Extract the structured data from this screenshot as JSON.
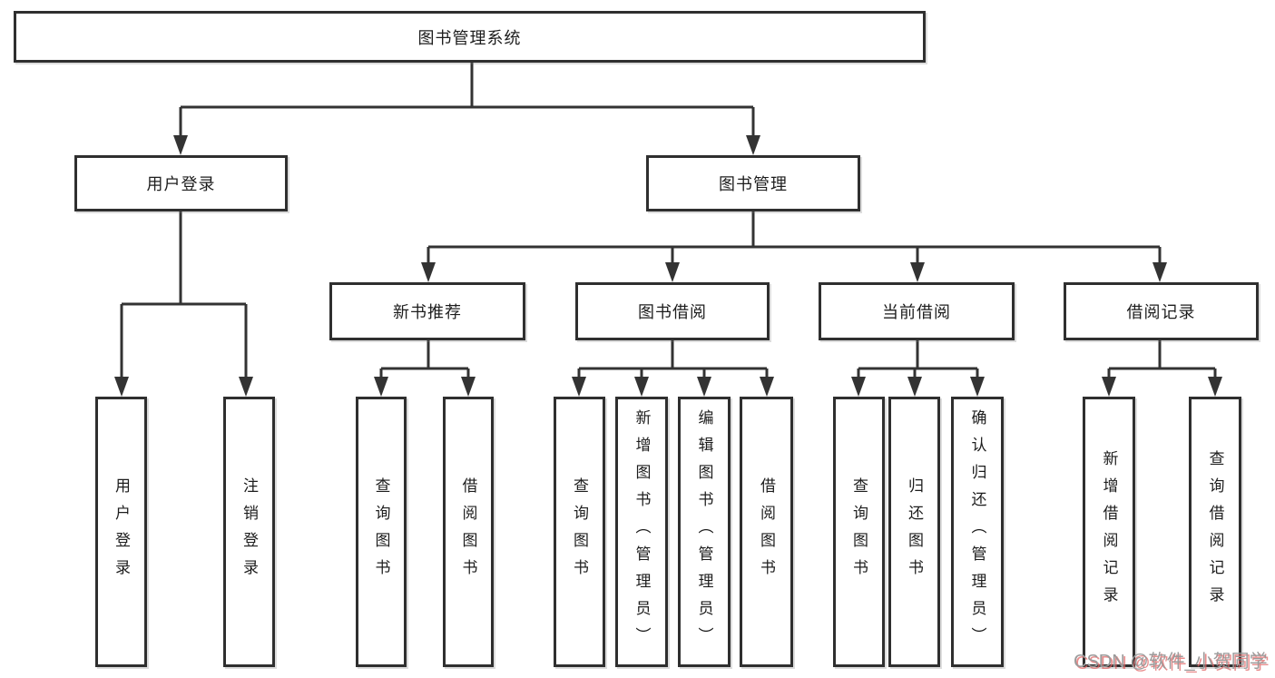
{
  "diagram": {
    "root": "图书管理系统",
    "user_branch": {
      "label": "用户登录",
      "leaves": [
        "用户登录",
        "注销登录"
      ]
    },
    "book_branch": {
      "label": "图书管理",
      "groups": [
        {
          "label": "新书推荐",
          "leaves": [
            "查询图书",
            "借阅图书"
          ]
        },
        {
          "label": "图书借阅",
          "leaves": [
            "查询图书",
            "新增图书（管理员）",
            "编辑图书（管理员）",
            "借阅图书"
          ]
        },
        {
          "label": "当前借阅",
          "leaves": [
            "查询图书",
            "归还图书",
            "确认归还（管理员）"
          ]
        },
        {
          "label": "借阅记录",
          "leaves": [
            "新增借阅记录",
            "查询借阅记录"
          ]
        }
      ]
    }
  },
  "watermark": {
    "text": "CSDN @软件_小贺同学"
  },
  "colors": {
    "background": "#ffffff",
    "line": "#333333",
    "box_border": "#2f2f2f",
    "text": "#1d1d1d",
    "watermark_gray": "#9b9b9b",
    "watermark_shadow_red": "#e06666"
  }
}
